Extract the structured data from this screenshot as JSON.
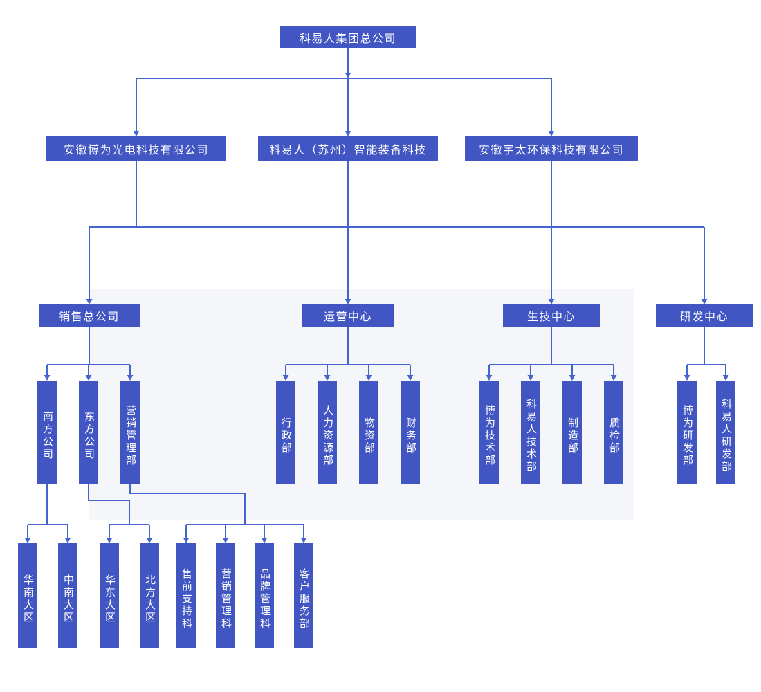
{
  "diagram": {
    "type": "org-chart",
    "description": "company organization chart, five levels, shared rail between level 2 companies and level 3 centers",
    "root": {
      "id": "root",
      "label": "科易人集团总公司"
    },
    "companies": [
      {
        "id": "c1",
        "label": "安徽博为光电科技有限公司"
      },
      {
        "id": "c2",
        "label": "科易人（苏州）智能装备科技"
      },
      {
        "id": "c3",
        "label": "安徽宇太环保科技有限公司"
      }
    ],
    "companies_share_rail_to_centers": true,
    "centers": [
      {
        "id": "d1",
        "label": "销售总公司",
        "children": [
          {
            "id": "e1",
            "label": "南方公司",
            "children": [
              {
                "id": "f1",
                "label": "华南大区"
              },
              {
                "id": "f2",
                "label": "中南大区"
              }
            ]
          },
          {
            "id": "e2",
            "label": "东方公司",
            "children": [
              {
                "id": "f3",
                "label": "华东大区"
              },
              {
                "id": "f4",
                "label": "北方大区"
              }
            ]
          },
          {
            "id": "e3",
            "label": "营销管理部",
            "children": [
              {
                "id": "f5",
                "label": "售前支持科"
              },
              {
                "id": "f6",
                "label": "营销管理科"
              },
              {
                "id": "f7",
                "label": "品牌管理科"
              },
              {
                "id": "f8",
                "label": "客户服务部"
              }
            ]
          }
        ]
      },
      {
        "id": "d2",
        "label": "运营中心",
        "children": [
          {
            "id": "e4",
            "label": "行政部"
          },
          {
            "id": "e5",
            "label": "人力资源部"
          },
          {
            "id": "e6",
            "label": "物资部"
          },
          {
            "id": "e7",
            "label": "财务部"
          }
        ]
      },
      {
        "id": "d3",
        "label": "生技中心",
        "children": [
          {
            "id": "e8",
            "label": "博为技术部"
          },
          {
            "id": "e9",
            "label": "科易人技术部"
          },
          {
            "id": "e10",
            "label": "制造部"
          },
          {
            "id": "e11",
            "label": "质检部"
          }
        ]
      },
      {
        "id": "d4",
        "label": "研发中心",
        "children": [
          {
            "id": "e12",
            "label": "博为研发部"
          },
          {
            "id": "e13",
            "label": "科易人研发部"
          }
        ]
      }
    ]
  },
  "colors": {
    "node_fill": "#4156C2",
    "node_text": "#ffffff",
    "line": "#4565CE",
    "panel": "#f5f6fa",
    "background": "#ffffff"
  }
}
